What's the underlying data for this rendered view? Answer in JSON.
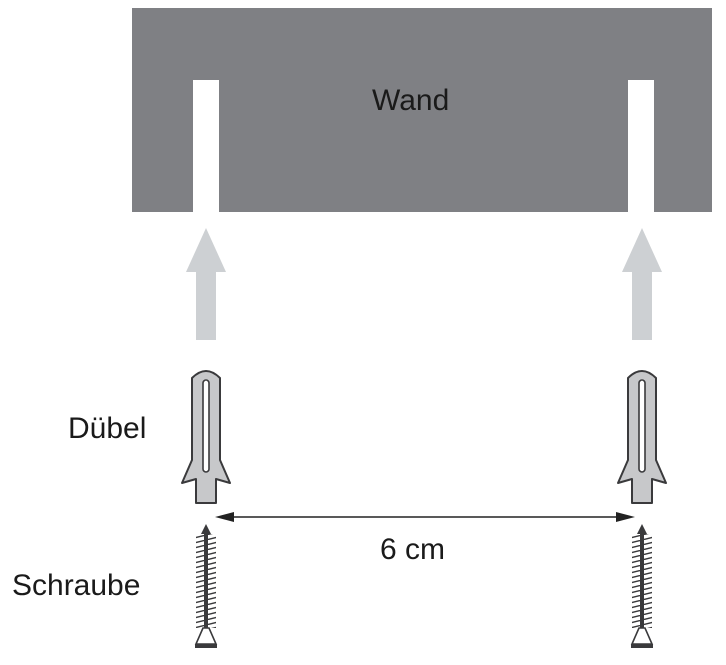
{
  "labels": {
    "wall": "Wand",
    "dowel": "Dübel",
    "screw": "Schraube",
    "distance": "6 cm"
  },
  "colors": {
    "wall": "#7f8084",
    "arrow": "#cdd0d3",
    "dowel_fill": "#c7c8ca",
    "dowel_stroke": "#3a3a3c",
    "screw": "#3a3a3c",
    "dimension_line": "#222222",
    "text": "#1a1a1a"
  },
  "diagram": {
    "hole_count": 2,
    "dowel_count": 2,
    "screw_count": 2
  }
}
